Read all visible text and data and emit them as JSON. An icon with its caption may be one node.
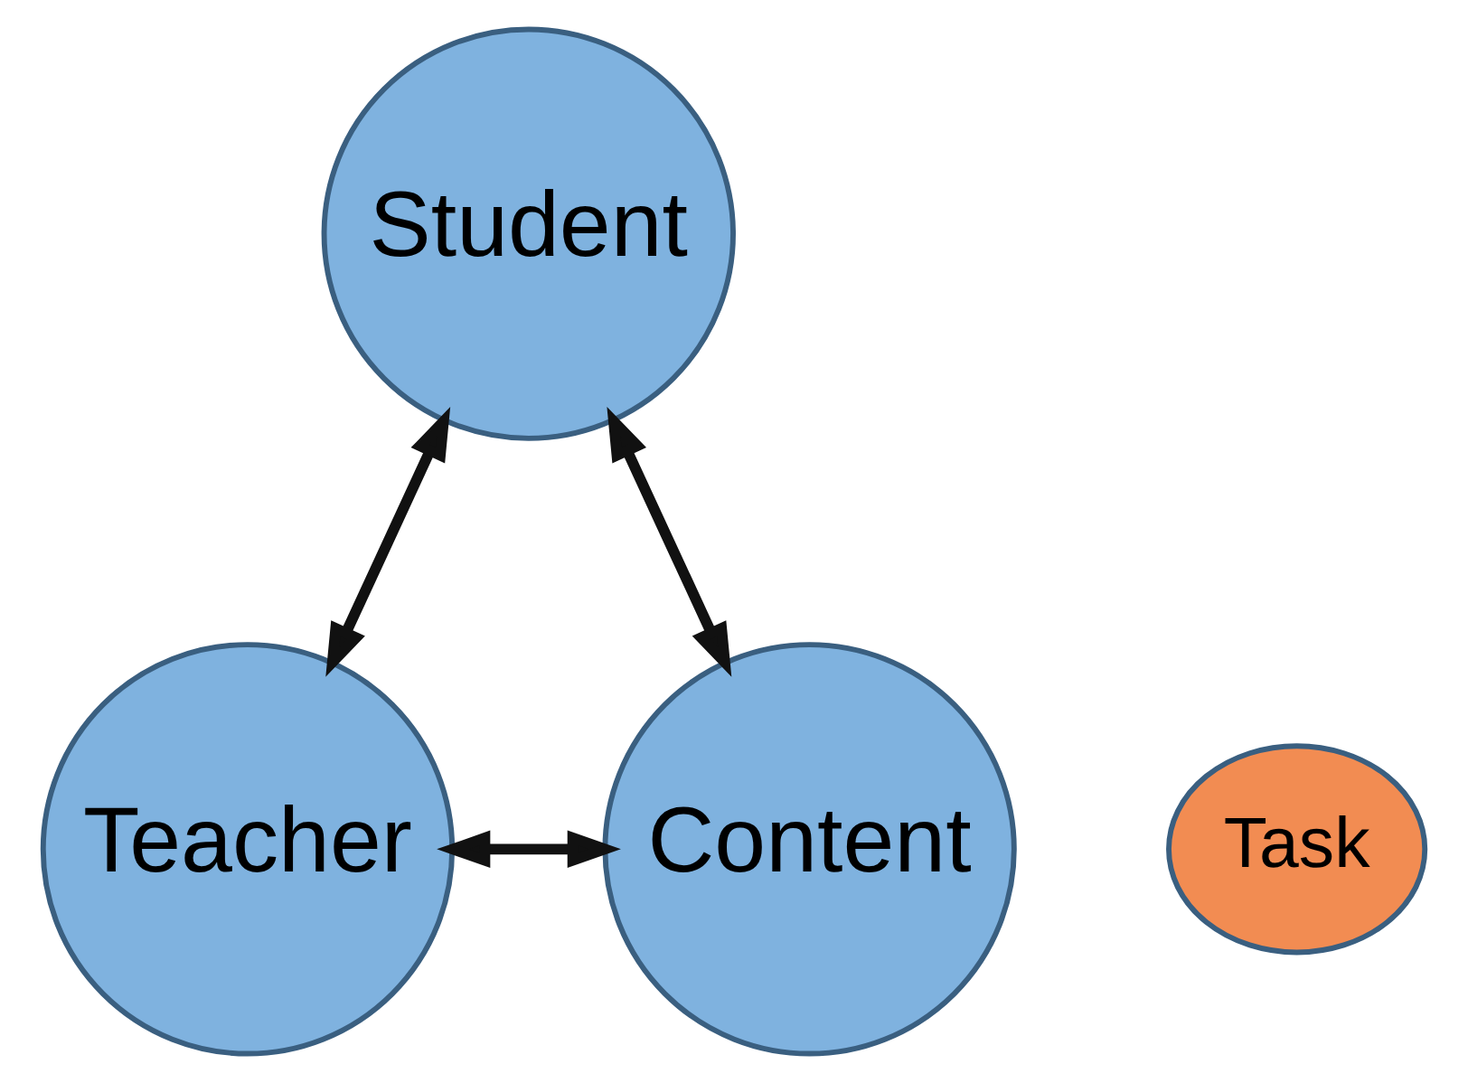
{
  "diagram": {
    "nodes": [
      {
        "text": [
          "Student"
        ]
      },
      {
        "text": [
          "Task"
        ]
      },
      {
        "text": [
          "Teacher"
        ]
      },
      {
        "text": [
          "Content"
        ]
      }
    ],
    "edges": [
      {
        "from": 0,
        "to": 2,
        "arrow": "both"
      },
      {
        "from": 0,
        "to": 3,
        "arrow": "both"
      },
      {
        "from": 2,
        "to": 3,
        "arrow": "both"
      }
    ]
  }
}
